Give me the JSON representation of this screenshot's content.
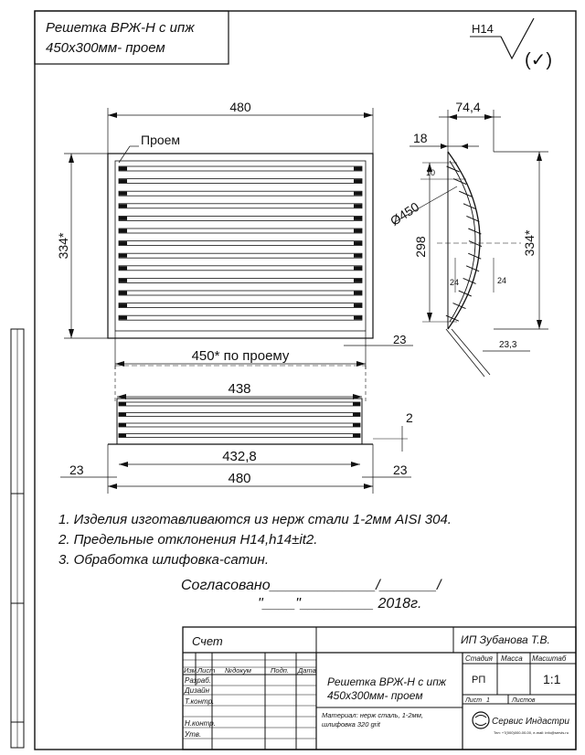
{
  "title_block_top": {
    "line1": "Решетка ВРЖ-Н с ипж",
    "line2": "450x300мм- проем"
  },
  "roughness": {
    "label": "H14",
    "symbol": "(✓)"
  },
  "front_view": {
    "dim_width": "480",
    "label_opening": "Проем",
    "dim_height": "334*",
    "dim_bottom": "450* по проему",
    "dim_offset": "23"
  },
  "side_view": {
    "dim_depth": "74,4",
    "dim_18": "18",
    "dim_10": "10",
    "dim_radius": "Ø450",
    "dim_298": "298",
    "dim_334": "334*",
    "dim_24a": "24",
    "dim_24b": "24",
    "dim_233": "23,3"
  },
  "bottom_view": {
    "dim_438": "438",
    "dim_4328": "432,8",
    "dim_480": "480",
    "dim_23_left": "23",
    "dim_23_right": "23",
    "dim_2": "2"
  },
  "notes": [
    "1. Изделия изготавливаются из нерж стали 1-2мм AISI 304.",
    "2. Предельные отклонения H14,h14±it2.",
    "3. Обработка шлифовка-сатин."
  ],
  "approval": {
    "line1": "Согласовано_____________/_______/",
    "line2": "\"____\"_________ 2018г."
  },
  "stamp": {
    "invoice": "Счет",
    "author": "ИП Зубанова Т.В.",
    "headers": [
      "Изм.",
      "Лист",
      "№докум",
      "Подп.",
      "Дата"
    ],
    "rows": [
      "Разраб.",
      "Дизайн",
      "Т.контр.",
      "",
      "Н.контр.",
      "Утв."
    ],
    "title": "Решетка ВРЖ-Н с ипж\n450x300мм- проем",
    "material": "Материал: нерж сталь, 1-2мм,\nшлифовка 320 grit",
    "stage_label": "Стадия",
    "mass_label": "Масса",
    "scale_label": "Масштаб",
    "stage": "РП",
    "scale": "1:1",
    "sheet_label": "Лист",
    "sheet": "1",
    "sheets_label": "Листов",
    "company": "Сервис Индастри",
    "company_sub": "Тел: +7(000)000-00-00, e-mail: info@servis.ru"
  }
}
